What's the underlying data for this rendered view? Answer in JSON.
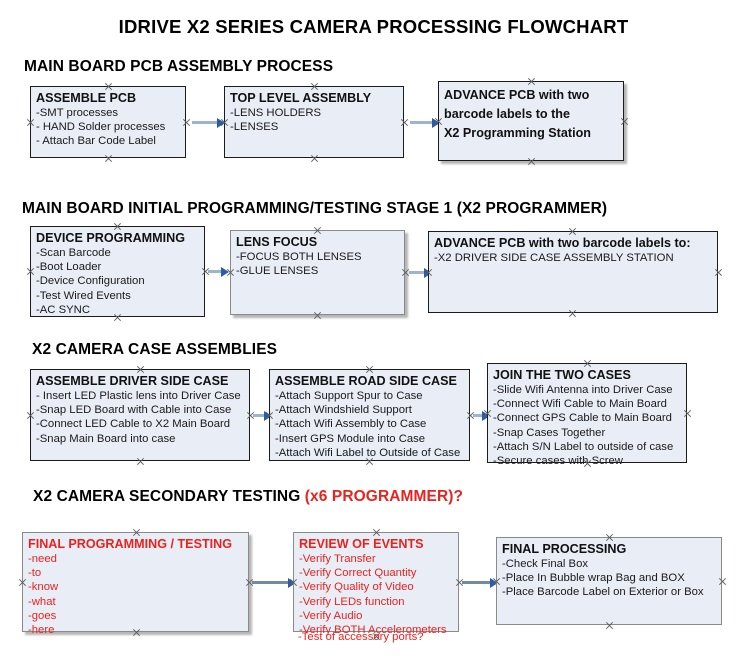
{
  "document": {
    "title": "IDRIVE X2  SERIES CAMERA PROCESSING FLOWCHART"
  },
  "colors": {
    "box_fill": "#e8edf6",
    "box_border": "#1b1b1b",
    "box_border_gray": "#8a8a8a",
    "red_text": "#e8231f",
    "connector": "#9fb3cc",
    "arrowhead": "#2b5ca8",
    "text": "#111111"
  },
  "sections": [
    {
      "id": "main-board-pcb-assembly",
      "title": "MAIN BOARD PCB ASSEMBLY PROCESS",
      "title_suffix": "",
      "nodes": [
        {
          "id": "assemble-pcb",
          "title": "ASSEMBLE PCB",
          "lines": [
            "-SMT processes",
            "- HAND Solder processes",
            "- Attach Bar Code Label"
          ]
        },
        {
          "id": "top-level-assembly",
          "title": "TOP LEVEL ASSEMBLY",
          "lines": [
            "-LENS HOLDERS",
            "-LENSES"
          ]
        },
        {
          "id": "advance-pcb-to-x2-programming-station",
          "title": "",
          "paragraph": [
            "ADVANCE PCB with two",
            "barcode labels to the",
            " X2 Programming Station"
          ]
        }
      ]
    },
    {
      "id": "main-board-initial-programming",
      "title": "MAIN BOARD INITIAL PROGRAMMING/TESTING STAGE 1 (X2 PROGRAMMER)",
      "title_suffix": "",
      "nodes": [
        {
          "id": "device-programming",
          "title": "DEVICE PROGRAMMING",
          "lines": [
            "-Scan Barcode",
            "-Boot Loader",
            "-Device Configuration",
            "-Test Wired Events",
            "-AC SYNC"
          ]
        },
        {
          "id": "lens-focus",
          "title": "LENS FOCUS",
          "lines": [
            "-FOCUS BOTH LENSES",
            "-GLUE LENSES"
          ]
        },
        {
          "id": "advance-pcb-to-driver-side-case-station",
          "title": "ADVANCE PCB with two barcode labels to:",
          "lines": [
            "-X2 DRIVER  SIDE  CASE  ASSEMBLY STATION"
          ]
        }
      ]
    },
    {
      "id": "x2-camera-case-assemblies",
      "title": "X2 CAMERA CASE ASSEMBLIES",
      "title_suffix": "",
      "nodes": [
        {
          "id": "assemble-driver-side-case",
          "title": "ASSEMBLE DRIVER SIDE CASE",
          "lines": [
            "- Insert LED Plastic lens into Driver Case",
            "-Snap LED Board with Cable into Case",
            "-Connect LED Cable to X2 Main Board",
            "-Snap Main Board into case"
          ]
        },
        {
          "id": "assemble-road-side-case",
          "title": "ASSEMBLE ROAD SIDE CASE",
          "lines": [
            "-Attach Support Spur to Case",
            "-Attach Windshield Support",
            "-Attach Wifi Assembly to Case",
            "-Insert GPS Module into Case",
            "-Attach Wifi Label to Outside of Case"
          ]
        },
        {
          "id": "join-the-two-cases",
          "title": "JOIN THE TWO CASES",
          "lines": [
            "-Slide Wifi Antenna into Driver Case",
            "-Connect Wifi Cable to Main Board",
            "-Connect GPS Cable to Main Board",
            "-Snap Cases Together",
            "-Attach S/N Label to outside of case",
            "-Secure cases with Screw"
          ]
        }
      ]
    },
    {
      "id": "x2-camera-secondary-testing",
      "title": "X2 CAMERA SECONDARY TESTING ",
      "title_suffix": "(x6 PROGRAMMER)?",
      "nodes": [
        {
          "id": "final-programming-testing",
          "title": "FINAL PROGRAMMING / TESTING",
          "lines": [
            "-need",
            "-to",
            "-know",
            "-what",
            "-goes",
            "-here"
          ]
        },
        {
          "id": "review-of-events",
          "title": "REVIEW OF EVENTS",
          "lines": [
            "-Verify Transfer",
            "-Verify Correct Quantity",
            "-Verify Quality of Video",
            "-Verify LEDs function",
            "-Verify Audio",
            "-Verify BOTH Accelerometers"
          ],
          "overflow_line": "-Test of accessory ports?"
        },
        {
          "id": "final-processing",
          "title": "FINAL PROCESSING",
          "lines": [
            " -Check Final Box",
            "-Place In Bubble wrap Bag and BOX",
            "-Place Barcode Label on Exterior or Box"
          ]
        }
      ]
    }
  ]
}
